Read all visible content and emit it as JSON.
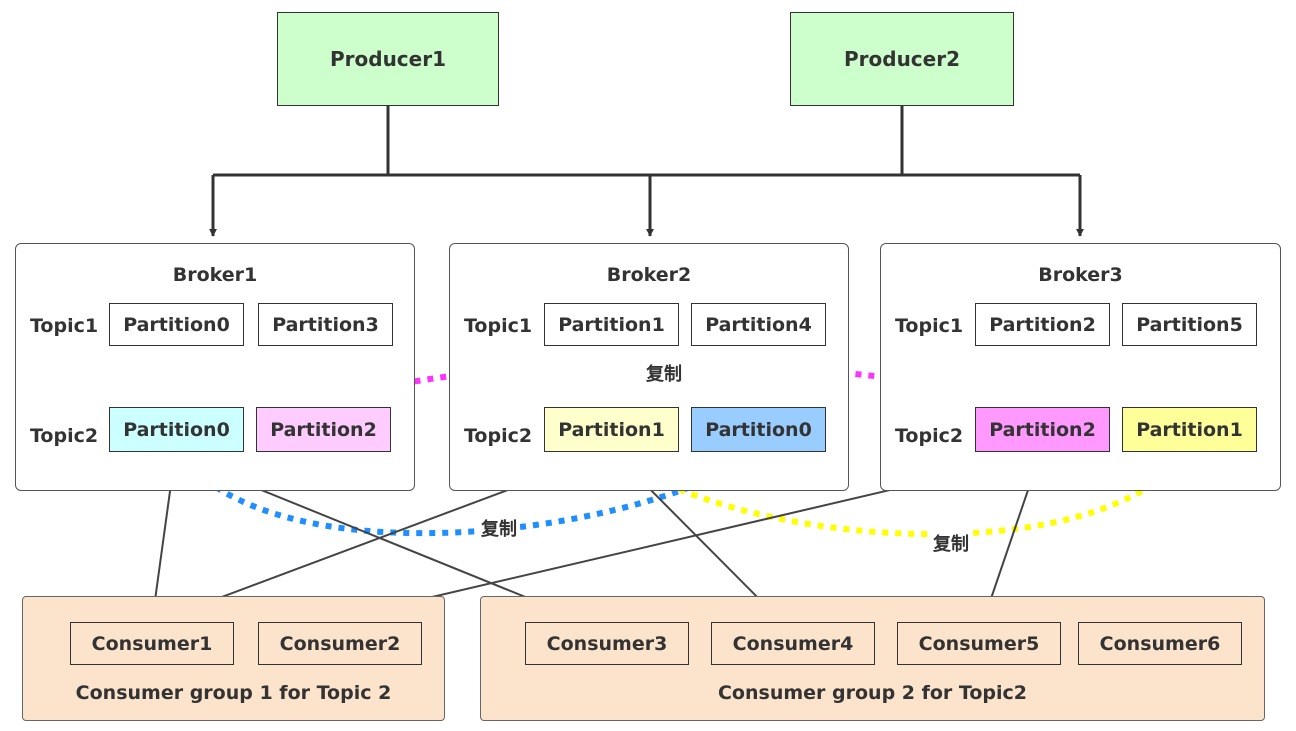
{
  "producers": [
    {
      "label": "Producer1"
    },
    {
      "label": "Producer2"
    }
  ],
  "brokers": [
    {
      "label": "Broker1",
      "topic1": {
        "label": "Topic1",
        "partitions": [
          "Partition0",
          "Partition3"
        ]
      },
      "topic2": {
        "label": "Topic2",
        "partitions": [
          "Partition0",
          "Partition2"
        ]
      }
    },
    {
      "label": "Broker2",
      "topic1": {
        "label": "Topic1",
        "partitions": [
          "Partition1",
          "Partition4"
        ]
      },
      "topic2": {
        "label": "Topic2",
        "partitions": [
          "Partition1",
          "Partition0"
        ]
      }
    },
    {
      "label": "Broker3",
      "topic1": {
        "label": "Topic1",
        "partitions": [
          "Partition2",
          "Partition5"
        ]
      },
      "topic2": {
        "label": "Topic2",
        "partitions": [
          "Partition2",
          "Partition1"
        ]
      }
    }
  ],
  "replication_label": "复制",
  "consumer_groups": [
    {
      "label": "Consumer group 1 for Topic 2",
      "consumers": [
        "Consumer1",
        "Consumer2"
      ]
    },
    {
      "label": "Consumer group 2 for Topic2",
      "consumers": [
        "Consumer3",
        "Consumer4",
        "Consumer5",
        "Consumer6"
      ]
    }
  ],
  "colors": {
    "producer_fill": "#ccffcc",
    "group_fill": "#fce4cc",
    "b1_topic2_p0_fill": "#ccffff",
    "b1_topic2_p2_fill": "#ffccff",
    "b2_topic2_p1_fill": "#ffffcc",
    "b2_topic2_p0_fill": "#99ccff",
    "b3_topic2_p2_fill": "#ff99ff",
    "b3_topic2_p1_fill": "#ffff99",
    "replica_magenta": "#ff33ff",
    "replica_blue": "#1f8fff",
    "replica_yellow": "#ffff00"
  }
}
